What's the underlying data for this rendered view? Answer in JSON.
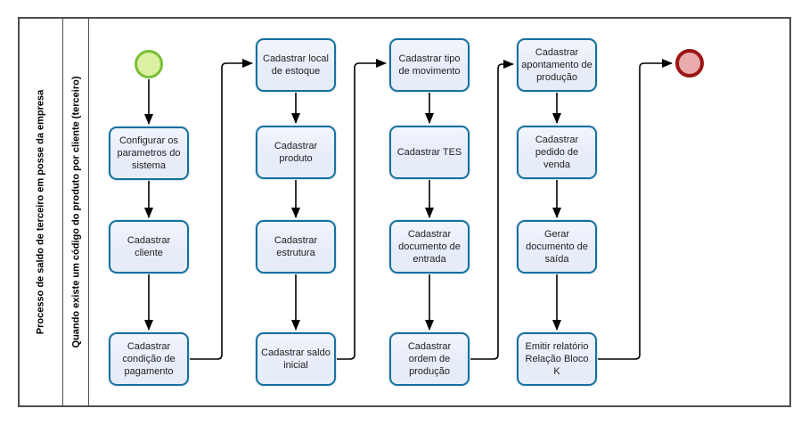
{
  "diagram": {
    "pool_label": "Processo de saldo de terceiro em posse da empresa",
    "lane_label": "Quando existe um código do produto por cliente (terceiro)",
    "start_event": "start",
    "end_event": "end"
  },
  "tasks": [
    {
      "label": "Configurar os parametros do sistema"
    },
    {
      "label": "Cadastrar cliente"
    },
    {
      "label": "Cadastrar condição de pagamento"
    },
    {
      "label": "Cadastrar local de estoque"
    },
    {
      "label": "Cadastrar produto"
    },
    {
      "label": "Cadastrar estrutura"
    },
    {
      "label": "Cadastrar saldo inicial"
    },
    {
      "label": "Cadastrar tipo de movimento"
    },
    {
      "label": "Cadastrar TES"
    },
    {
      "label": "Cadastrar documento de entrada"
    },
    {
      "label": "Cadastrar ordem de produção"
    },
    {
      "label": "Cadastrar apontamento de produção"
    },
    {
      "label": "Cadastrar pedido de venda"
    },
    {
      "label": "Gerar documento de saída"
    },
    {
      "label": "Emitir relatório Relação Bloco K"
    }
  ],
  "colors": {
    "task_fill": "#e7ecf9",
    "task_fill_top": "#f2f5fc",
    "task_border": "#16719f",
    "task_text": "#1f1f1f",
    "start_fill": "#d9f1a0",
    "start_border": "#79be37",
    "end_fill": "#e9abab",
    "end_border": "#9b1616",
    "connector": "#000000",
    "pool_border": "#4d4d4d"
  }
}
